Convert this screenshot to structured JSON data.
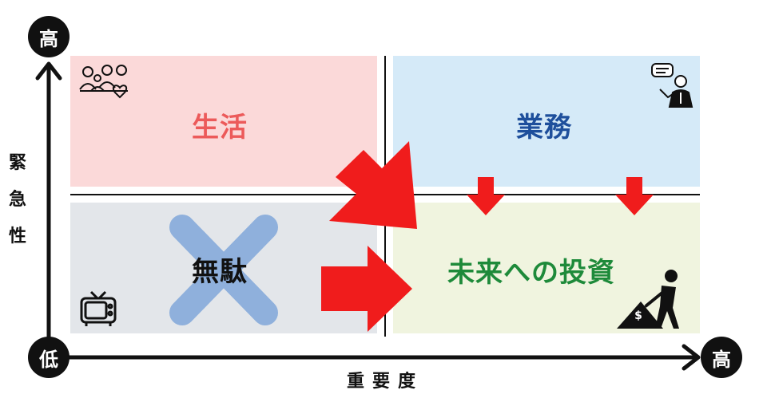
{
  "axes": {
    "y_label": "緊\n急\n性",
    "x_label": "重要度",
    "y_high": "高",
    "origin_low": "低",
    "x_high": "高"
  },
  "quadrants": {
    "life": {
      "label": "生活",
      "color": "#ec5a5a",
      "icon": "family-heart-icon"
    },
    "work": {
      "label": "業務",
      "color": "#1e4f9c",
      "icon": "businessman-chat-icon"
    },
    "waste": {
      "label": "無駄",
      "color": "#111111",
      "icon": "television-icon"
    },
    "invest": {
      "label": "未来への投資",
      "color": "#1e8a3a",
      "icon": "worker-shovel-dollar-icon"
    }
  },
  "colors": {
    "arrow": "#f01c1c",
    "cross": "#8fb0dc",
    "axis": "#111111"
  }
}
